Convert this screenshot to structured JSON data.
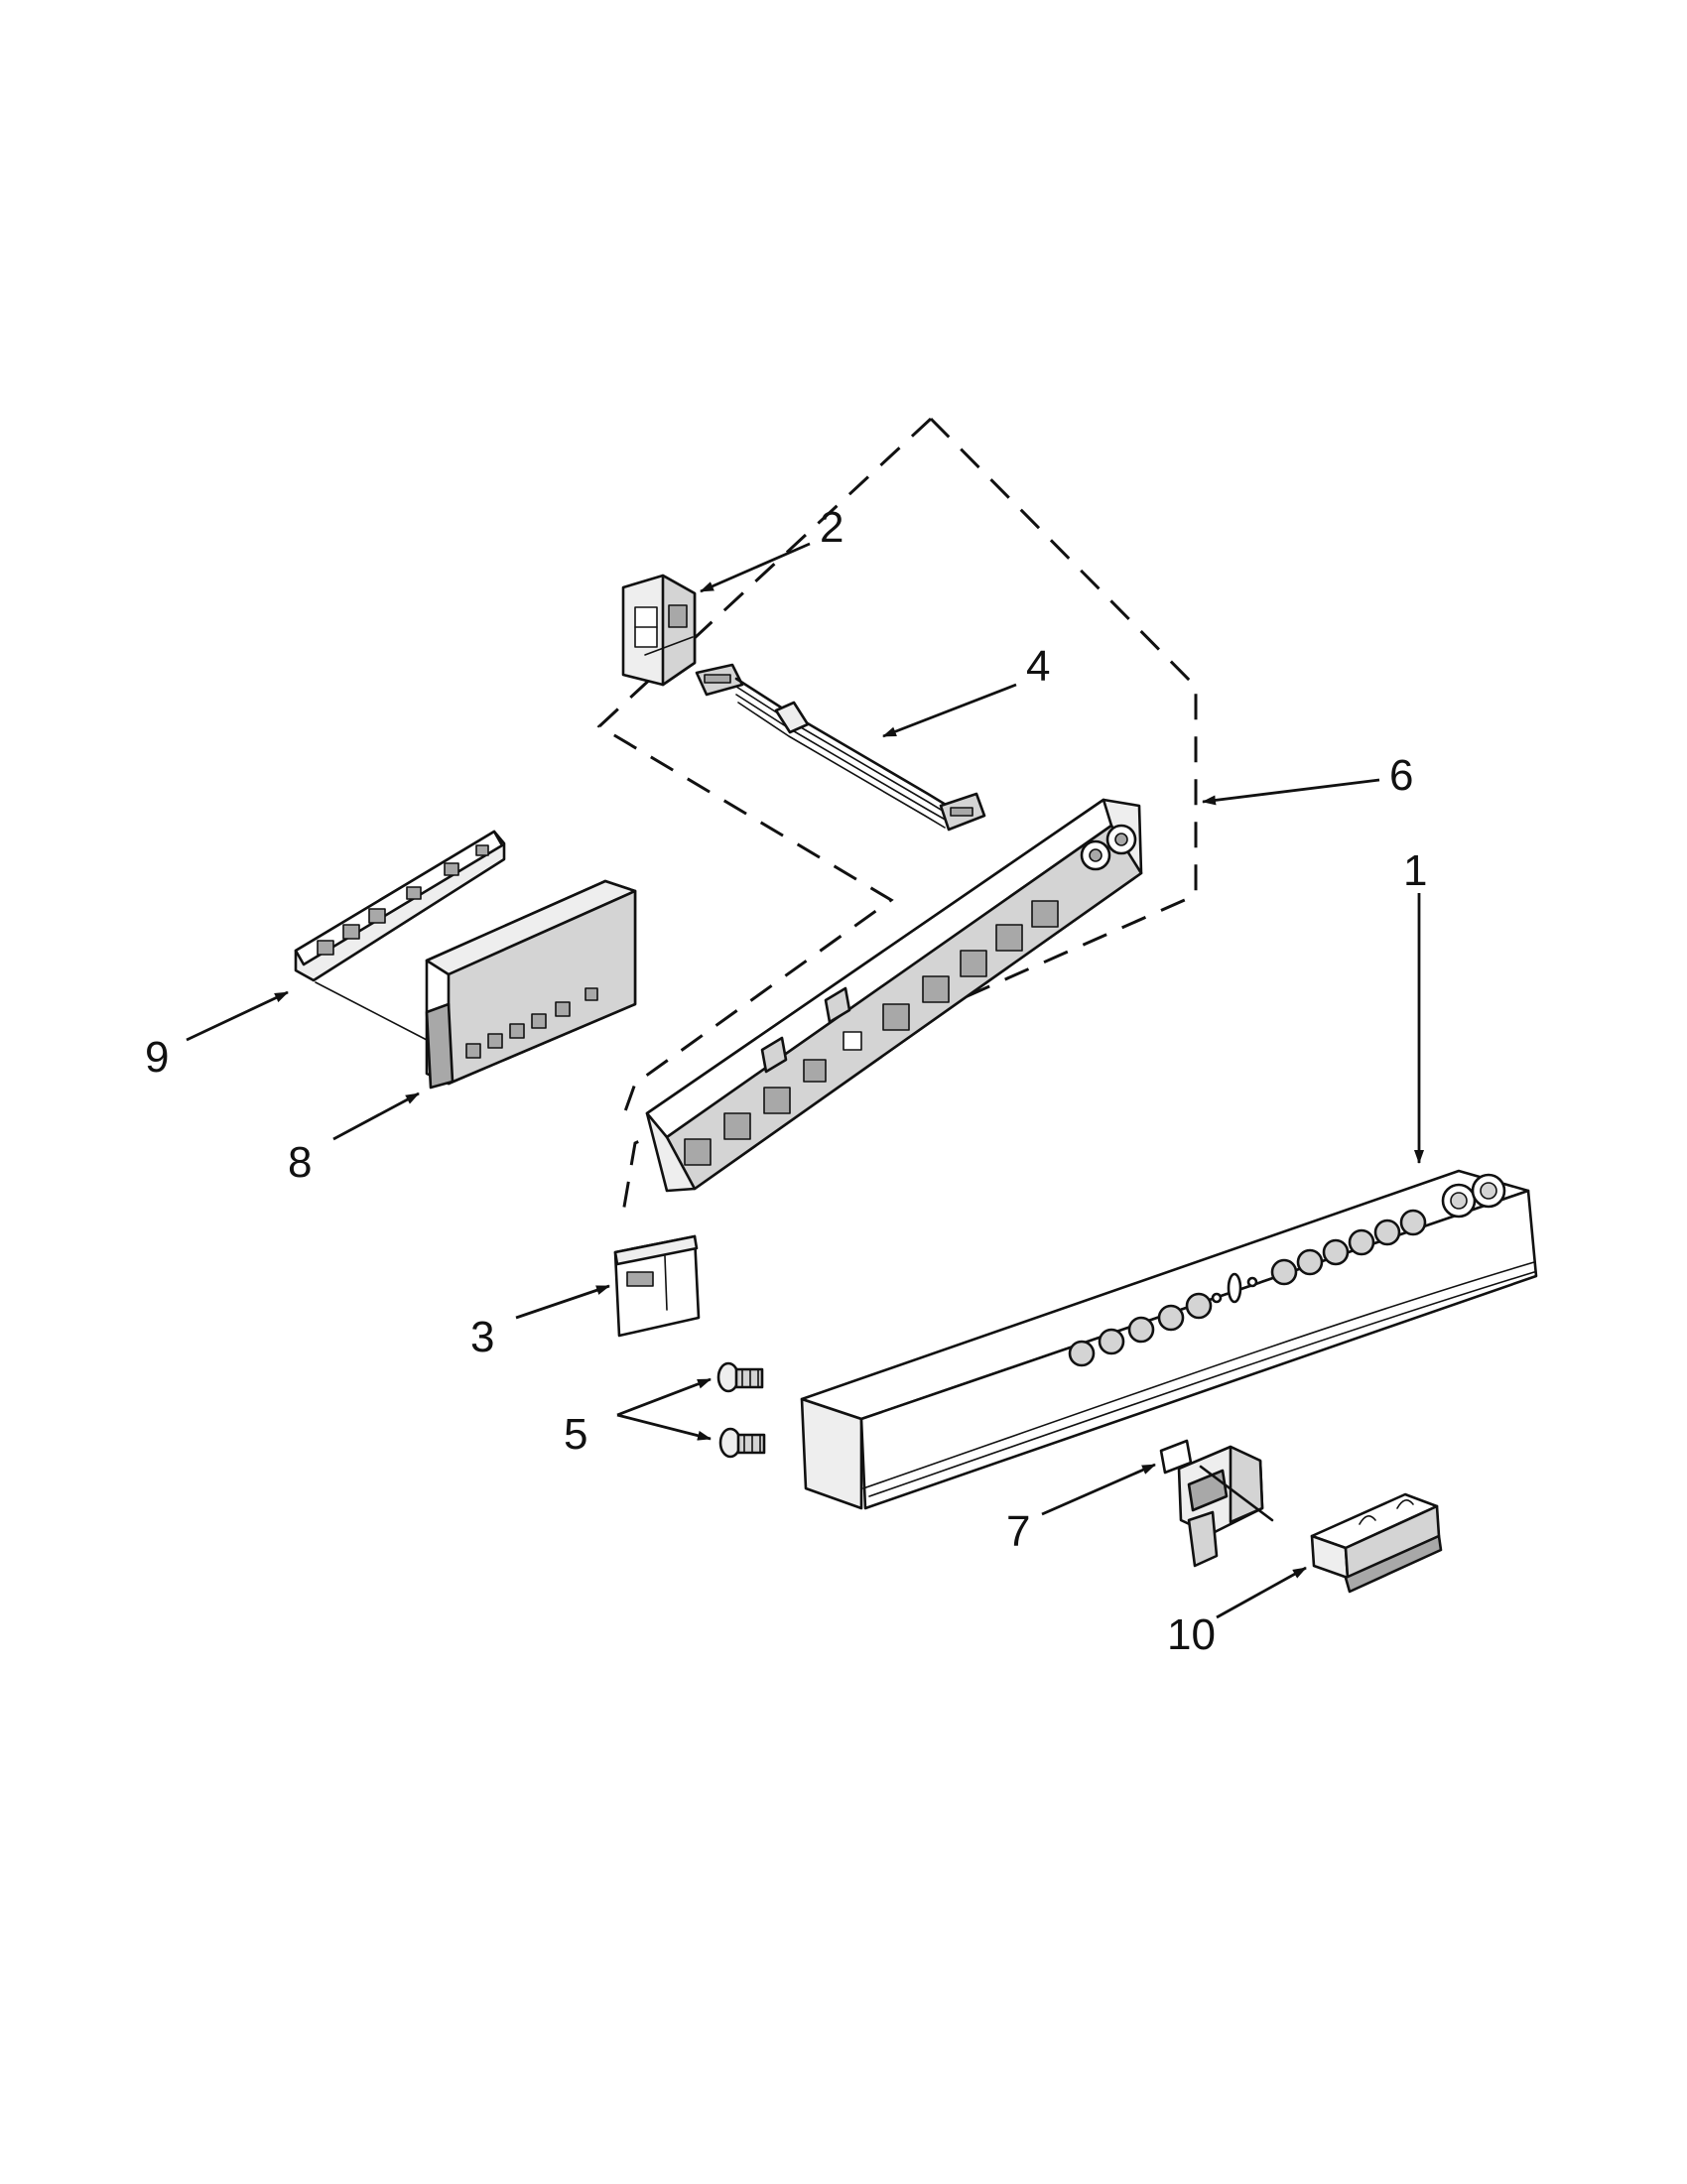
{
  "callouts": {
    "c1": "1",
    "c2": "2",
    "c3": "3",
    "c4": "4",
    "c5": "5",
    "c6": "6",
    "c7": "7",
    "c8": "8",
    "c9": "9",
    "c10": "10"
  },
  "colors": {
    "line": "#111111",
    "background": "#ffffff",
    "shade_light": "#eeeeee",
    "shade_mid": "#d4d4d4",
    "shade_dark": "#a8a8a8"
  }
}
